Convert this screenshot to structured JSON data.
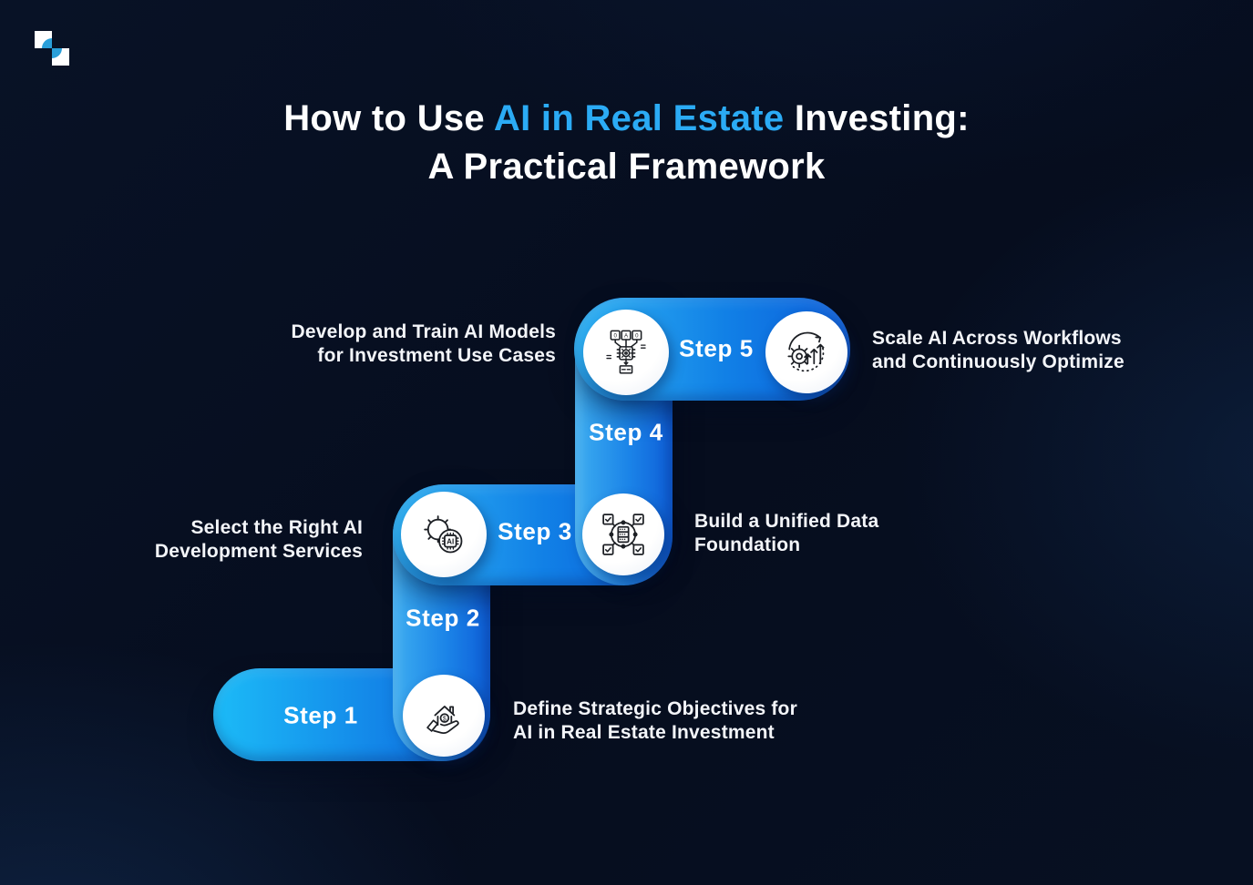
{
  "logo": {
    "icon": "diagonal-squares-logo"
  },
  "title": {
    "pre": "How to Use ",
    "highlight": "AI in Real Estate",
    "post": " Investing:",
    "line2": "A Practical Framework"
  },
  "steps": [
    {
      "label": "Step 1",
      "description": "Define Strategic Objectives for\nAI in Real Estate Investment",
      "icon": "house-dollar-hand-icon"
    },
    {
      "label": "Step 2",
      "description": "Select the Right AI\nDevelopment Services",
      "icon": "gear-ai-chip-icon"
    },
    {
      "label": "Step 3",
      "description": "Build a Unified Data\nFoundation",
      "icon": "unified-data-icon"
    },
    {
      "label": "Step 4",
      "description": "Develop and Train AI Models\nfor Investment Use Cases",
      "icon": "ai-model-training-icon"
    },
    {
      "label": "Step 5",
      "description": "Scale AI Across Workflows\nand Continuously Optimize",
      "icon": "scale-optimize-icon"
    }
  ],
  "colors": {
    "background": "#070e1f",
    "accent_blue": "#2babf5",
    "pill_gradient_start": "#1cbbf7",
    "pill_gradient_end": "#0c5fdb",
    "node_fill": "#ffffff",
    "icon_stroke": "#1c1f24",
    "text": "#ffffff"
  }
}
